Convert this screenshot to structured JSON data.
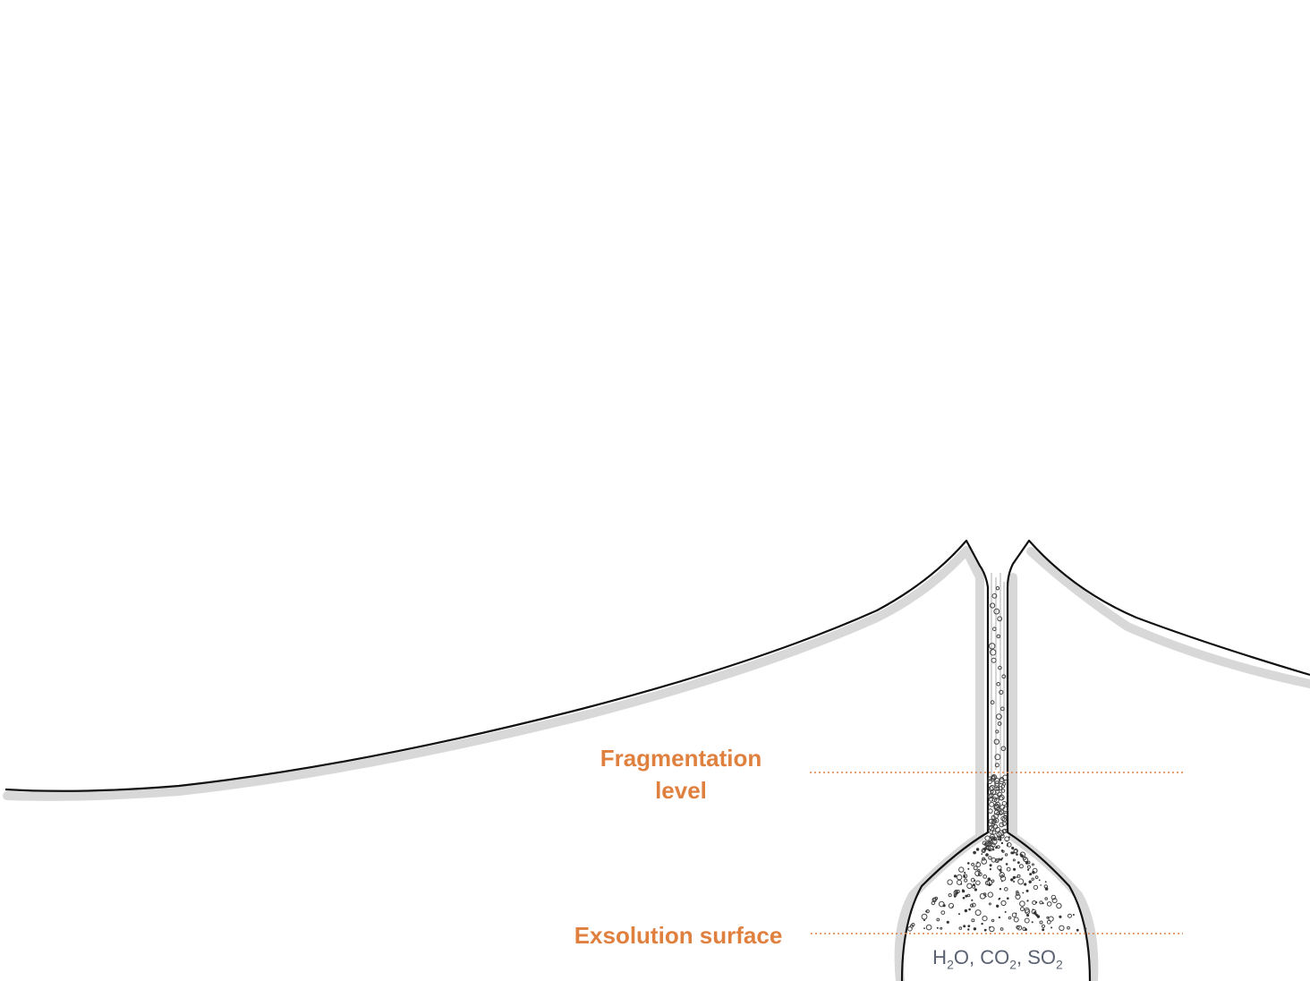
{
  "colors": {
    "accent_orange": "#e0803f",
    "outline": "#111111",
    "shadow": "#d8d8d8",
    "gas_text": "#5a6272"
  },
  "labels": {
    "fragmentation_line1": "Fragmentation",
    "fragmentation_line2": "level",
    "exsolution": "Exsolution surface"
  },
  "gases": {
    "h": "H",
    "h_sub": "2",
    "h_rest": "O, CO",
    "co_sub": "2",
    "s_rest": ", SO",
    "so_sub": "2"
  }
}
